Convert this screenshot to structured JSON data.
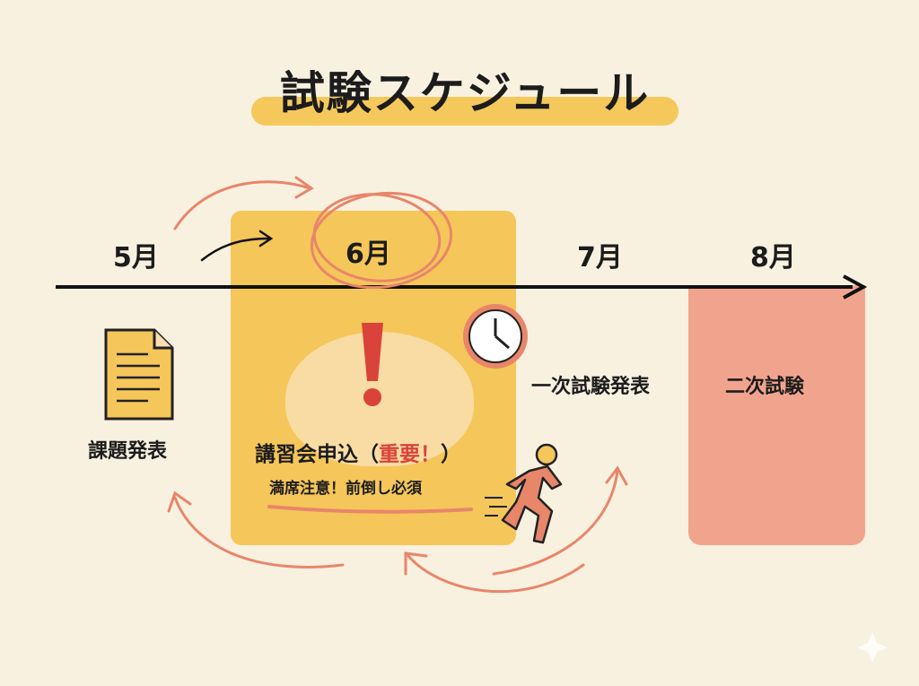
{
  "title": "試験スケジュール",
  "months": [
    "5月",
    "6月",
    "7月",
    "8月"
  ],
  "events": {
    "may": "課題発表",
    "june_main": "講習会申込（",
    "june_important": "重要！",
    "june_close": "）",
    "june_note": "満席注意！前倒し必須",
    "july": "一次試験発表",
    "august": "二次試験"
  },
  "colors": {
    "background": "#f8f1e0",
    "highlight": "#f5c659",
    "exam": "#f1a48d",
    "arrow": "#e8866a",
    "alert": "#d9433a"
  }
}
